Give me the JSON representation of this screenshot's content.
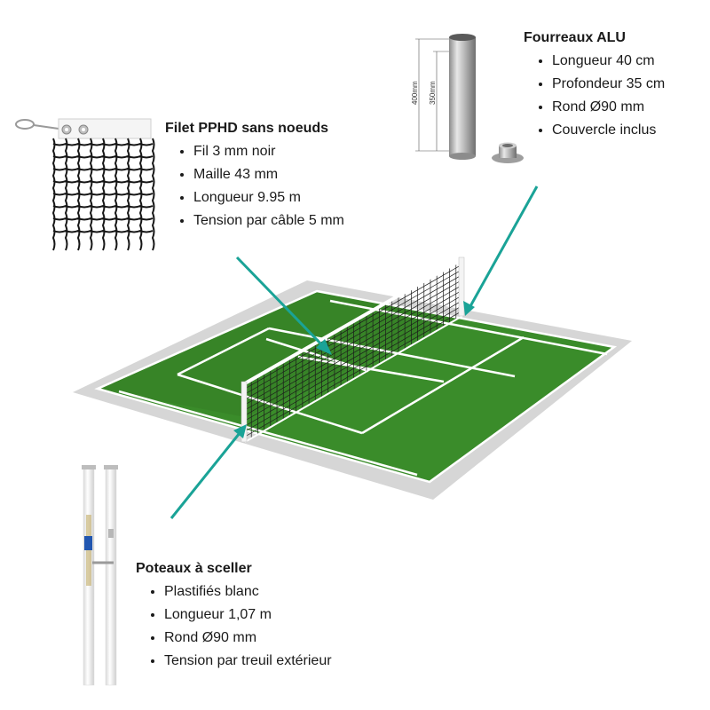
{
  "colors": {
    "accent_teal": "#1aa397",
    "court_green": "#3a8c2a",
    "court_dark_green": "#2f7a22",
    "surround_grey": "#d6d6d6",
    "line_white": "#ffffff"
  },
  "products": {
    "filet": {
      "title": "Filet PPHD sans noeuds",
      "items": [
        "Fil 3 mm noir",
        "Maille 43 mm",
        "Longueur 9.95 m",
        "Tension par câble 5 mm"
      ]
    },
    "fourreaux": {
      "title": "Fourreaux ALU",
      "items": [
        "Longueur 40 cm",
        "Profondeur 35 cm",
        "Rond Ø90 mm",
        "Couvercle inclus"
      ],
      "dim_outer": "400mm",
      "dim_inner": "350mm"
    },
    "poteaux": {
      "title": "Poteaux à sceller",
      "items": [
        "Plastifiés blanc",
        "Longueur 1,07 m",
        "Rond Ø90 mm",
        "Tension par treuil extérieur"
      ]
    }
  }
}
